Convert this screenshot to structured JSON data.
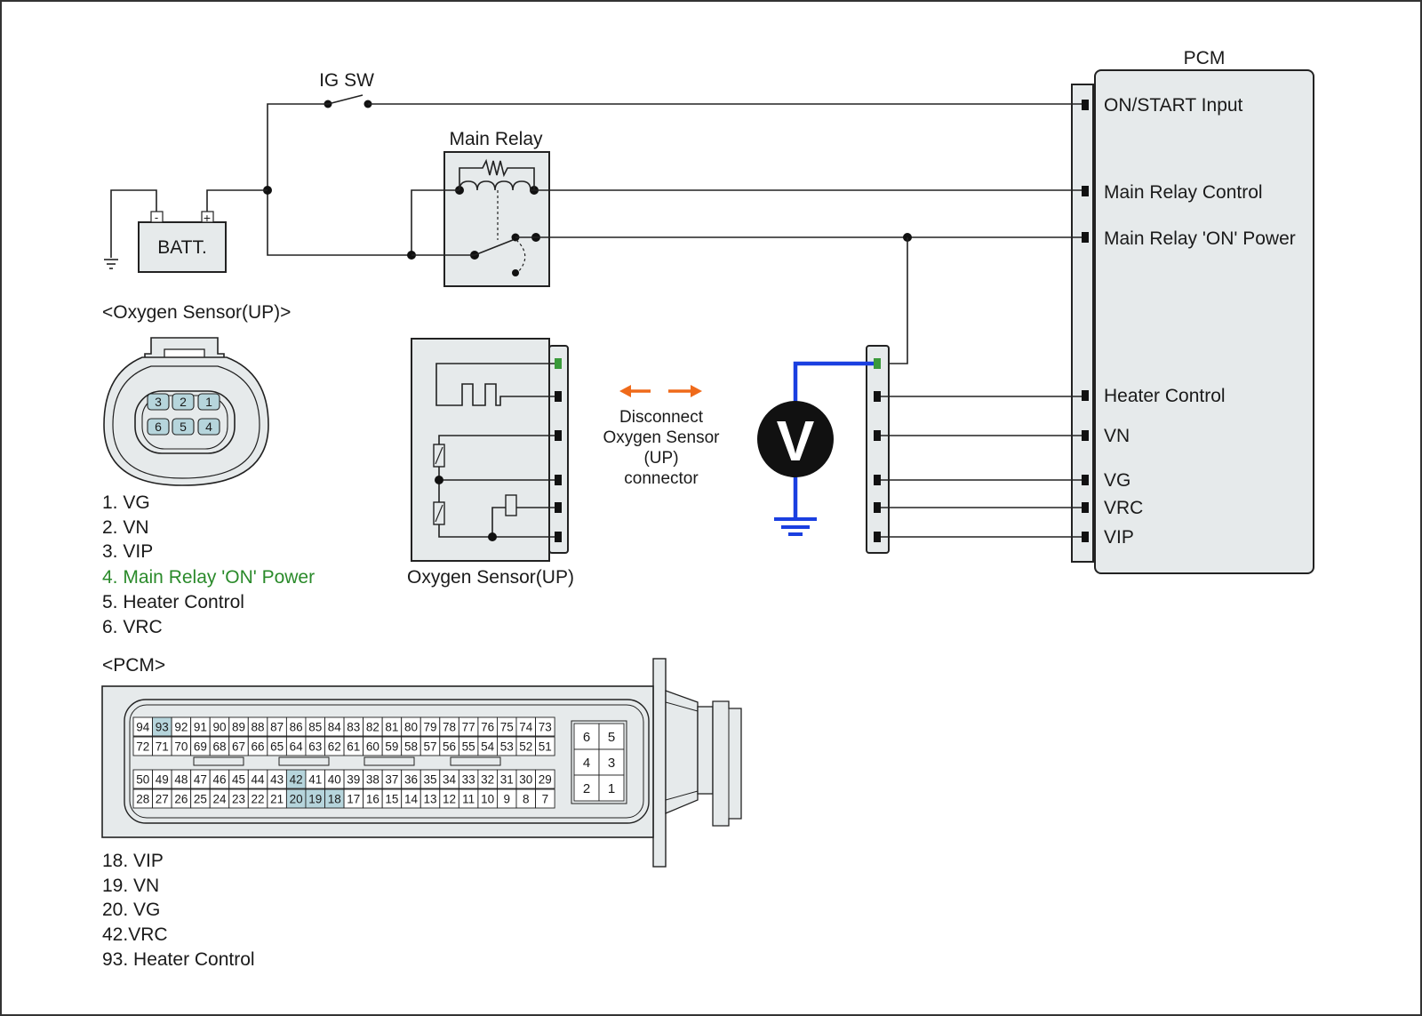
{
  "labels": {
    "pcm_title": "PCM",
    "ig_sw": "IG SW",
    "main_relay": "Main Relay",
    "batt": "BATT.",
    "batt_minus": "-",
    "batt_plus": "+",
    "oxygen_sensor_up_title": "<Oxygen Sensor(UP)>",
    "oxygen_sensor_up_caption": "Oxygen Sensor(UP)",
    "pcm_connector_title": "<PCM>",
    "voltmeter": "V",
    "disconnect_line1": "Disconnect",
    "disconnect_line2": "Oxygen Sensor",
    "disconnect_line3": "(UP)",
    "disconnect_line4": "connector"
  },
  "pcm_terminals": [
    "ON/START Input",
    "Main Relay Control",
    "Main Relay 'ON' Power",
    "Heater Control",
    "VN",
    "VG",
    "VRC",
    "VIP"
  ],
  "oxygen_sensor_connector_pins": [
    "3",
    "2",
    "1",
    "6",
    "5",
    "4"
  ],
  "oxygen_sensor_pin_list": [
    "1. VG",
    "2. VN",
    "3. VIP",
    "4. Main Relay 'ON' Power",
    "5. Heater Control",
    "6. VRC"
  ],
  "highlighted_oxygen_pin_index": 3,
  "pcm_connector": {
    "row1": [
      "94",
      "93",
      "92",
      "91",
      "90",
      "89",
      "88",
      "87",
      "86",
      "85",
      "84",
      "83",
      "82",
      "81",
      "80",
      "79",
      "78",
      "77",
      "76",
      "75",
      "74",
      "73"
    ],
    "row2": [
      "72",
      "71",
      "70",
      "69",
      "68",
      "67",
      "66",
      "65",
      "64",
      "63",
      "62",
      "61",
      "60",
      "59",
      "58",
      "57",
      "56",
      "55",
      "54",
      "53",
      "52",
      "51"
    ],
    "row3": [
      "50",
      "49",
      "48",
      "47",
      "46",
      "45",
      "44",
      "43",
      "42",
      "41",
      "40",
      "39",
      "38",
      "37",
      "36",
      "35",
      "34",
      "33",
      "32",
      "31",
      "30",
      "29"
    ],
    "row4": [
      "28",
      "27",
      "26",
      "25",
      "24",
      "23",
      "22",
      "21",
      "20",
      "19",
      "18",
      "17",
      "16",
      "15",
      "14",
      "13",
      "12",
      "11",
      "10",
      "9",
      "8",
      "7"
    ],
    "small_block": [
      "6",
      "5",
      "4",
      "3",
      "2",
      "1"
    ],
    "highlighted": [
      "93",
      "42",
      "20",
      "19",
      "18"
    ]
  },
  "pcm_pin_list": [
    "18. VIP",
    "19. VN",
    "20. VG",
    "42.VRC",
    "93. Heater Control"
  ],
  "colors": {
    "highlight_text": "#2a8a2a",
    "highlight_pin_fill": "#b6d5dc",
    "probe_wire": "#1a3fe0",
    "arrow": "#ef6a1a",
    "panel_fill": "#e6eaeb",
    "green_pin": "#3a9a3a"
  }
}
